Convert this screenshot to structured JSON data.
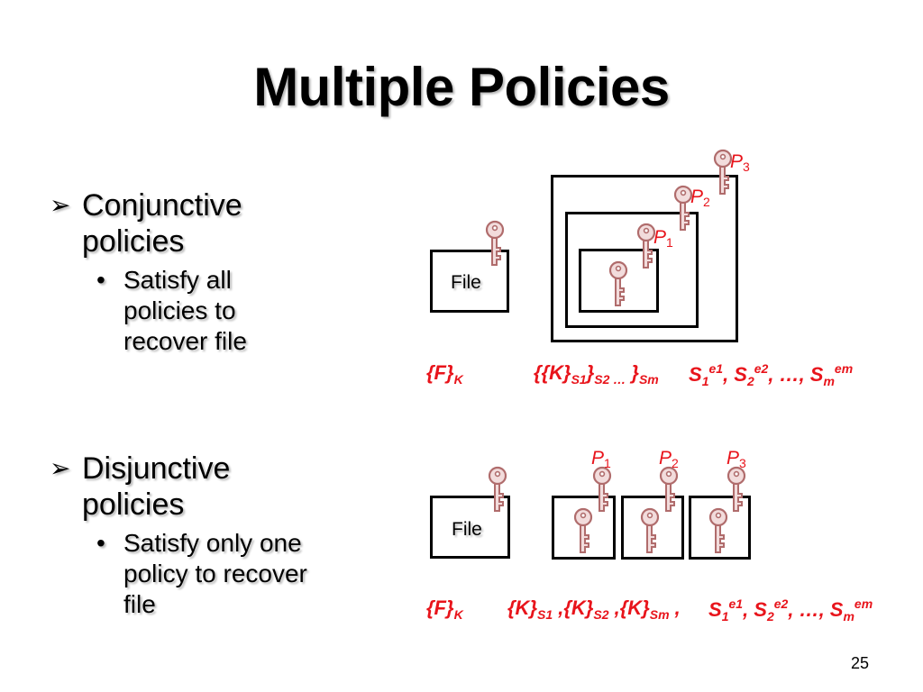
{
  "title": "Multiple Policies",
  "bullets": [
    {
      "marker": "➢",
      "heading_line1": "Conjunctive",
      "heading_line2": "policies",
      "sub_marker": "•",
      "sub_line1": "Satisfy all",
      "sub_line2": "policies to",
      "sub_line3": "recover file"
    },
    {
      "marker": "➢",
      "heading_line1": "Disjunctive",
      "heading_line2": "policies",
      "sub_marker": "•",
      "sub_line1": "Satisfy only one",
      "sub_line2": "policy to recover",
      "sub_line3": "file"
    }
  ],
  "conjunctive_diagram": {
    "file_label": "File",
    "policies": [
      {
        "p": "P",
        "sub": "1"
      },
      {
        "p": "P",
        "sub": "2"
      },
      {
        "p": "P",
        "sub": "3"
      }
    ],
    "formula_file": {
      "text": "{F}",
      "sub": "K"
    },
    "formula_keys": {
      "open": "{{K}",
      "s1": "S1",
      "mid": "}",
      "s2": "S2 …",
      "close": " }",
      "sm": "Sm"
    },
    "formula_shares": {
      "s1": "S",
      "s1sub": "1",
      "s1sup": "e1",
      "sep1": ", S",
      "s2sub": "2",
      "s2sup": "e2",
      "sep2": ", …, S",
      "smsub": "m",
      "smsup": "em"
    }
  },
  "disjunctive_diagram": {
    "file_label": "File",
    "policies": [
      {
        "p": "P",
        "sub": "1"
      },
      {
        "p": "P",
        "sub": "2"
      },
      {
        "p": "P",
        "sub": "3"
      }
    ],
    "formula_file": {
      "text": "{F}",
      "sub": "K"
    },
    "formula_keys": {
      "k1": "{K}",
      "s1": "S1",
      "sep1": " ,",
      "k2": "{K}",
      "s2": "S2",
      "sep2": " ,",
      "km": "{K}",
      "sm": "Sm",
      "sep3": " ,"
    },
    "formula_shares": {
      "s1": "S",
      "s1sub": "1",
      "s1sup": "e1",
      "sep1": ", S",
      "s2sub": "2",
      "s2sup": "e2",
      "sep2": ", …, S",
      "smsub": "m",
      "smsup": "em"
    }
  },
  "page_number": "25",
  "colors": {
    "accent_red": "#e8141b",
    "key_outline": "#b06c6c",
    "key_fill": "#f2dcdc"
  }
}
